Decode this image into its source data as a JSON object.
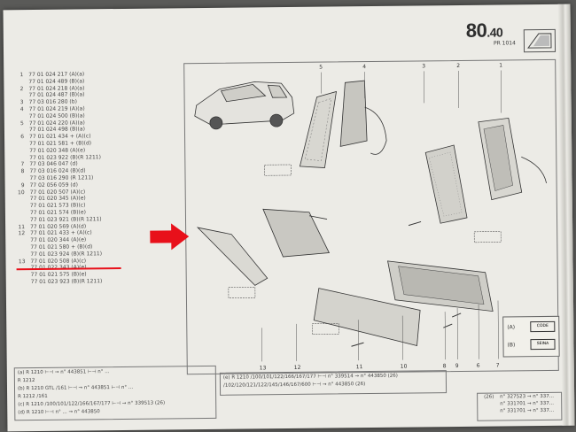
{
  "page": {
    "number": "80",
    "number_suffix": ".40",
    "subcode": "PR 1014"
  },
  "parts": [
    {
      "n": "1",
      "p": "77 01 024 217 (A)(a)"
    },
    {
      "n": "",
      "p": "77 01 024 489 (B)(a)"
    },
    {
      "n": "2",
      "p": "77 01 024 218 (A)(a)"
    },
    {
      "n": "",
      "p": "77 01 024 487 (B)(a)"
    },
    {
      "n": "3",
      "p": "77 03 016 280 (b)"
    },
    {
      "n": "4",
      "p": "77 01 024 219 (A)(a)"
    },
    {
      "n": "",
      "p": "77 01 024 500 (B)(a)"
    },
    {
      "n": "5",
      "p": "77 01 024 220 (A)(a)"
    },
    {
      "n": "",
      "p": "77 01 024 498 (B)(a)"
    },
    {
      "n": "6",
      "p": "77 01 021 434 + (A)(c)"
    },
    {
      "n": "",
      "p": "77 01 021 581 + (B)(d)"
    },
    {
      "n": "",
      "p": "77 01 020 348 (A)(e)"
    },
    {
      "n": "",
      "p": "77 01 023 922 (B)(R 1211)"
    },
    {
      "n": "7",
      "p": "77 03 046 047 (d)"
    },
    {
      "n": "8",
      "p": "77 03 016 024 (B)(d)"
    },
    {
      "n": "",
      "p": "77 03 016 290 (R 1211)"
    },
    {
      "n": "9",
      "p": "77 02 056 059 (d)"
    },
    {
      "n": "10",
      "p": "77 01 020 507 (A)(c)"
    },
    {
      "n": "",
      "p": "77 01 020 345 (A)(e)"
    },
    {
      "n": "",
      "p": "77 01 021 573 (B)(c)"
    },
    {
      "n": "",
      "p": "77 01 021 574 (B)(e)"
    },
    {
      "n": "",
      "p": "77 01 023 921 (B)(R 1211)"
    },
    {
      "n": "11",
      "p": "77 01 020 569 (A)(d)"
    },
    {
      "n": "12",
      "p": "77 01 021 433 + (A)(c)"
    },
    {
      "n": "",
      "p": "77 01 020 344 (A)(e)"
    },
    {
      "n": "",
      "p": "77 01 021 580 + (B)(d)"
    },
    {
      "n": "",
      "p": "77 01 023 924 (B)(R 1211)"
    },
    {
      "n": "13",
      "p": "77 01 020 508 (A)(c)"
    },
    {
      "n": "",
      "p": "77 01 022 343 (A)(e)"
    },
    {
      "n": "",
      "p": "77 01 021 575 (B)(e)"
    },
    {
      "n": "",
      "p": "77 01 023 923 (B)(R 1211)"
    }
  ],
  "callouts_top": [
    "5",
    "4",
    "3",
    "2",
    "1"
  ],
  "callouts_bottom": [
    "13",
    "12",
    "11",
    "10",
    "8",
    "9",
    "6",
    "7"
  ],
  "legend": {
    "a_label": "(A)",
    "a_box": "CODE",
    "b_label": "(B)",
    "b_box": "SEINA"
  },
  "footer": {
    "left_rows": [
      "(a)  R 1210  ⊢⊣  →  n° 443851  ⊢⊣  n° ...",
      "R 1212",
      "(b)  R 1210 GTL /161  ⊢⊣  →  n° 443851  ⊢⊣  n° ...",
      "R 1212 /161",
      "(c)  R 1210 /100/101/122/166/167/177  ⊢⊣  →  n° 339513  (26)",
      "(d)  R 1210  ⊢⊣  n° ...  →  n° 443850"
    ],
    "mid_rows": [
      "(e)  R 1210  /100/101/122/166/167/177  ⊢⊣  n° 339514  →  n° 443850  (26)",
      "/102/120/121/122/145/146/167/600  ⊢⊣  →  n° 443850  (26)"
    ],
    "right_code": "(26)",
    "right_rows": [
      "n° 327523  →  n° 337...",
      "n° 331701  →  n° 337...",
      "n° 331701  →  n° 337..."
    ]
  },
  "colors": {
    "arrow": "#e8101a",
    "underline": "#e8101a",
    "paper": "#ecebe6"
  }
}
